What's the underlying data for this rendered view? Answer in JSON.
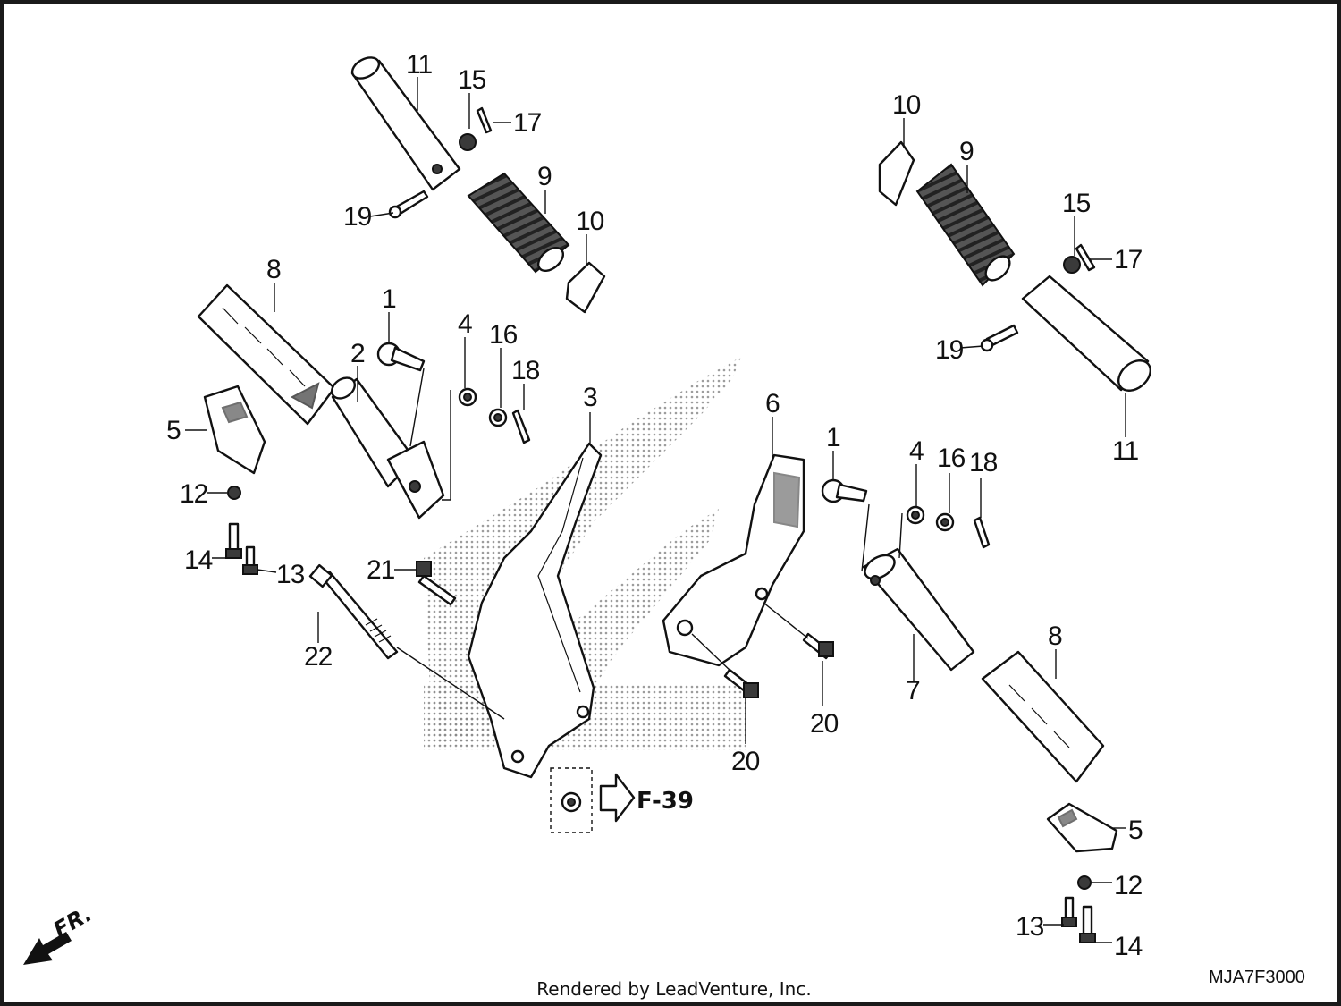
{
  "diagram": {
    "callouts": {
      "c11a": "11",
      "c15a": "15",
      "c17a": "17",
      "c19a": "19",
      "c9a": "9",
      "c10a": "10",
      "c8a": "8",
      "c1a": "1",
      "c2a": "2",
      "c4a": "4",
      "c16a": "16",
      "c18a": "18",
      "c5a": "5",
      "c12a": "12",
      "c14a": "14",
      "c13a": "13",
      "c22": "22",
      "c21": "21",
      "c3": "3",
      "c6": "6",
      "c20a": "20",
      "c20b": "20",
      "c10b": "10",
      "c9b": "9",
      "c15b": "15",
      "c17b": "17",
      "c19b": "19",
      "c11b": "11",
      "c1b": "1",
      "c4b": "4",
      "c16b": "16",
      "c18b": "18",
      "c7": "7",
      "c8b": "8",
      "c5b": "5",
      "c12b": "12",
      "c13b": "13",
      "c14b": "14"
    },
    "reference": "F-39",
    "front_marker": "FR.",
    "drawing_code": "MJA7F3000"
  },
  "footer": {
    "credit": "Rendered by LeadVenture, Inc."
  },
  "colors": {
    "ink": "#111111",
    "background": "#ffffff",
    "watermark": "#9a9a9a"
  }
}
